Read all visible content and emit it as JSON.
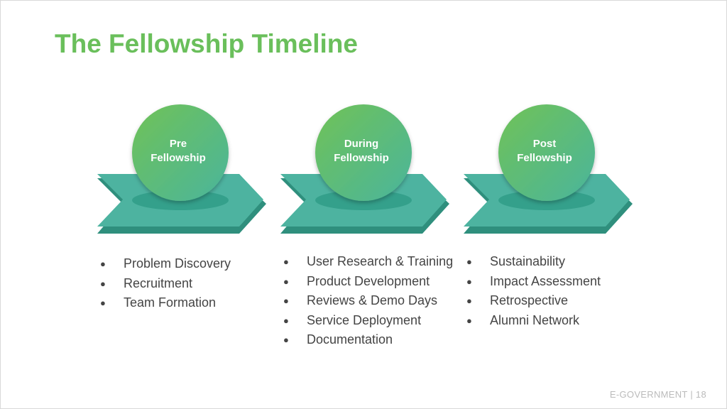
{
  "title": "The Fellowship Timeline",
  "stages": [
    {
      "line1": "Pre",
      "line2": "Fellowship",
      "items": [
        "Problem Discovery",
        "Recruitment",
        "Team Formation"
      ]
    },
    {
      "line1": "During",
      "line2": "Fellowship",
      "items": [
        "User Research & Training",
        "Product Development",
        "Reviews & Demo Days",
        "Service Deployment",
        "Documentation"
      ]
    },
    {
      "line1": "Post",
      "line2": "Fellowship",
      "items": [
        "Sustainability",
        "Impact Assessment",
        "Retrospective",
        "Alumni Network"
      ]
    }
  ],
  "bullet": "●",
  "footer": "E-GOVERNMENT | 18",
  "colors": {
    "title": "#6abf5b",
    "chevron": "#4db3a0",
    "chevron_side": "#2f8f7d",
    "circle_top": "#6cc05a",
    "circle_bottom": "#4db59a"
  }
}
